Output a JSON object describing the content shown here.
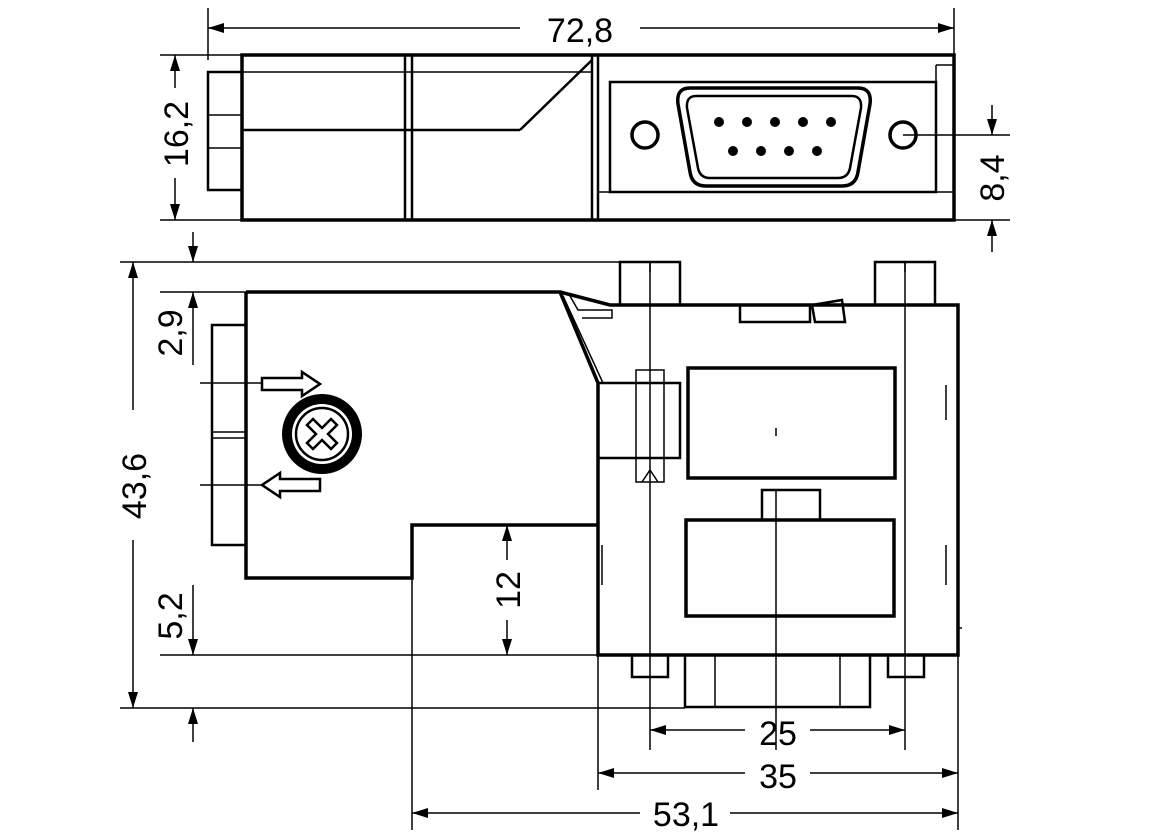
{
  "figure": {
    "description_visible": false,
    "colors": {
      "line": "#000000",
      "background": "#ffffff"
    }
  },
  "dimensions": {
    "overall_width": "72,8",
    "top_height": "16,2",
    "connector_height": "8,4",
    "side_height": "43,6",
    "top_offset": "2,9",
    "bottom_offset": "5,2",
    "step_height": "12",
    "pin_spacing": "25",
    "housing_width": "35",
    "total_depth": "53,1"
  },
  "icons": {
    "screw": "screw-icon",
    "arrow_right": "arrow-right-icon",
    "arrow_left": "arrow-left-icon",
    "dsub": "dsub-connector-icon"
  }
}
